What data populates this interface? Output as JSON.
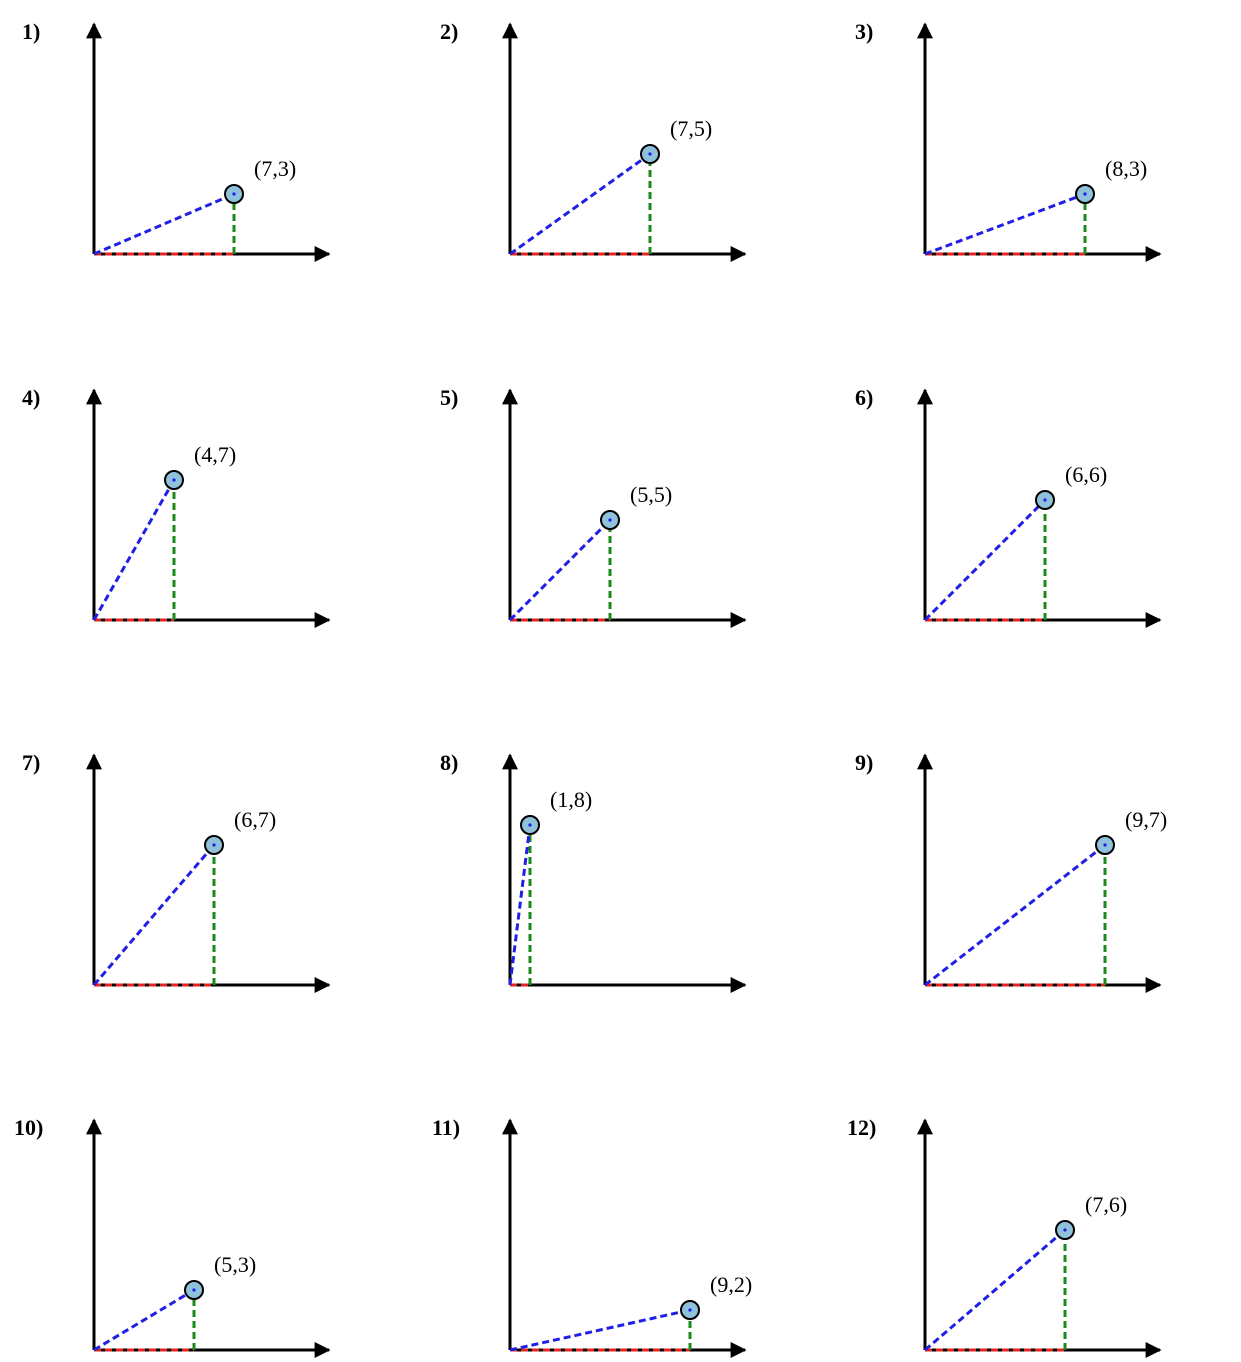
{
  "colors": {
    "axis": "#000000",
    "hypotenuse": "#1f1fe6",
    "x_leg": "#e62222",
    "y_leg": "#1a8a1a",
    "point_fill": "#8fc0dc",
    "point_stroke": "#000000"
  },
  "problems": [
    {
      "number": "1)",
      "label": "(7,3)",
      "x": 7,
      "y": 3
    },
    {
      "number": "2)",
      "label": "(7,5)",
      "x": 7,
      "y": 5
    },
    {
      "number": "3)",
      "label": "(8,3)",
      "x": 8,
      "y": 3
    },
    {
      "number": "4)",
      "label": "(4,7)",
      "x": 4,
      "y": 7
    },
    {
      "number": "5)",
      "label": "(5,5)",
      "x": 5,
      "y": 5
    },
    {
      "number": "6)",
      "label": "(6,6)",
      "x": 6,
      "y": 6
    },
    {
      "number": "7)",
      "label": "(6,7)",
      "x": 6,
      "y": 7
    },
    {
      "number": "8)",
      "label": "(1,8)",
      "x": 1,
      "y": 8
    },
    {
      "number": "9)",
      "label": "(9,7)",
      "x": 9,
      "y": 7
    },
    {
      "number": "10)",
      "label": "(5,3)",
      "x": 5,
      "y": 3
    },
    {
      "number": "11)",
      "label": "(9,2)",
      "x": 9,
      "y": 2
    },
    {
      "number": "12)",
      "label": "(7,6)",
      "x": 7,
      "y": 6
    }
  ]
}
